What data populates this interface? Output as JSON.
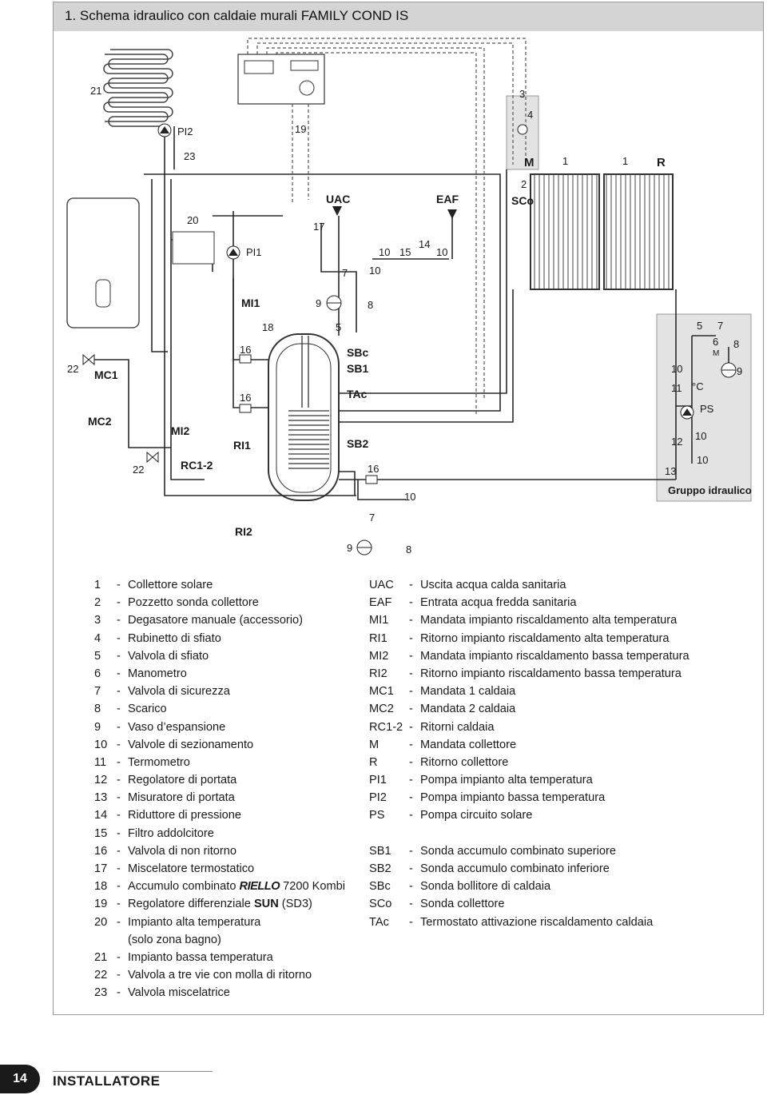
{
  "header": {
    "title": "1. Schema idraulico con caldaie murali FAMILY COND IS"
  },
  "diagram": {
    "labels": {
      "n21": "21",
      "pi2": "PI2",
      "n19": "19",
      "n3": "3",
      "n4": "4",
      "n23": "23",
      "m": "M",
      "n1a": "1",
      "n1b": "1",
      "r": "R",
      "n2": "2",
      "sco": "SCo",
      "uac": "UAC",
      "eaf": "EAF",
      "n20": "20",
      "n17": "17",
      "pi1": "PI1",
      "n10a": "10",
      "n15": "15",
      "n14": "14",
      "n10b": "10",
      "n7a": "7",
      "n10c": "10",
      "mi1": "MI1",
      "n9a": "9",
      "n8a": "8",
      "n18": "18",
      "n5a": "5",
      "n22a": "22",
      "mc1": "MC1",
      "n16a": "16",
      "sbc": "SBc",
      "sb1": "SB1",
      "n16b": "16",
      "tac": "TAc",
      "mc2": "MC2",
      "mi2": "MI2",
      "ri1": "RI1",
      "sb2": "SB2",
      "n22b": "22",
      "rc12": "RC1-2",
      "n16c": "16",
      "n10d": "10",
      "ri2": "RI2",
      "n7b": "7",
      "n9b": "9",
      "n8b": "8",
      "g5": "5",
      "g7": "7",
      "g6": "6",
      "gm": "M",
      "g8": "8",
      "g10a": "10",
      "g9": "9",
      "g11": "11",
      "gc": "°C",
      "gps": "PS",
      "g10b": "10",
      "g12": "12",
      "g10c": "10",
      "g13": "13",
      "gruppo": "Gruppo idraulico"
    }
  },
  "legend_left": [
    {
      "num": "1",
      "text": "Collettore solare"
    },
    {
      "num": "2",
      "text": "Pozzetto sonda collettore"
    },
    {
      "num": "3",
      "text": "Degasatore manuale (accessorio)"
    },
    {
      "num": "4",
      "text": "Rubinetto di sfiato"
    },
    {
      "num": "5",
      "text": "Valvola di sfiato"
    },
    {
      "num": "6",
      "text": "Manometro"
    },
    {
      "num": "7",
      "text": "Valvola di sicurezza"
    },
    {
      "num": "8",
      "text": "Scarico"
    },
    {
      "num": "9",
      "text": "Vaso d’espansione"
    },
    {
      "num": "10",
      "text": "Valvole di sezionamento"
    },
    {
      "num": "11",
      "text": "Termometro"
    },
    {
      "num": "12",
      "text": "Regolatore di portata"
    },
    {
      "num": "13",
      "text": "Misuratore di portata"
    },
    {
      "num": "14",
      "text": "Riduttore di pressione"
    },
    {
      "num": "15",
      "text": "Filtro addolcitore"
    },
    {
      "num": "16",
      "text": "Valvola di non ritorno"
    },
    {
      "num": "17",
      "text": "Miscelatore termostatico"
    }
  ],
  "legend_18": {
    "num": "18",
    "pre": "Accumulo combinato ",
    "brand": "RIELLO",
    "post": " 7200 Kombi"
  },
  "legend_19": {
    "num": "19",
    "pre": "Regolatore differenziale ",
    "brand": "SUN",
    "post": " (SD3)"
  },
  "legend_20": {
    "num": "20",
    "text": "Impianto alta temperatura",
    "text2": "(solo zona bagno)"
  },
  "legend_tail": [
    {
      "num": "21",
      "text": "Impianto bassa temperatura"
    },
    {
      "num": "22",
      "text": "Valvola a tre vie con molla di ritorno"
    },
    {
      "num": "23",
      "text": "Valvola miscelatrice"
    }
  ],
  "legend_right": [
    {
      "code": "UAC",
      "text": "Uscita acqua calda sanitaria"
    },
    {
      "code": "EAF",
      "text": "Entrata acqua fredda sanitaria"
    },
    {
      "code": "MI1",
      "text": "Mandata impianto riscaldamento alta temperatura"
    },
    {
      "code": "RI1",
      "text": "Ritorno impianto riscaldamento alta temperatura"
    },
    {
      "code": "MI2",
      "text": "Mandata impianto riscaldamento bassa temperatura"
    },
    {
      "code": "RI2",
      "text": "Ritorno impianto riscaldamento bassa temperatura"
    },
    {
      "code": "MC1",
      "text": "Mandata 1 caldaia"
    },
    {
      "code": "MC2",
      "text": "Mandata 2 caldaia"
    },
    {
      "code": "RC1-2",
      "text": "Ritorni caldaia"
    },
    {
      "code": "M",
      "text": "Mandata collettore"
    },
    {
      "code": "R",
      "text": "Ritorno collettore"
    },
    {
      "code": "PI1",
      "text": "Pompa impianto alta temperatura"
    },
    {
      "code": "PI2",
      "text": "Pompa impianto bassa temperatura"
    },
    {
      "code": "PS",
      "text": "Pompa circuito solare"
    }
  ],
  "legend_right2": [
    {
      "code": "SB1",
      "text": "Sonda accumulo combinato superiore"
    },
    {
      "code": "SB2",
      "text": "Sonda accumulo combinato inferiore"
    },
    {
      "code": "SBc",
      "text": "Sonda bollitore di caldaia"
    },
    {
      "code": "SCo",
      "text": "Sonda collettore"
    },
    {
      "code": "TAc",
      "text": "Termostato attivazione riscaldamento caldaia"
    }
  ],
  "footer": {
    "page": "14",
    "section": "INSTALLATORE"
  }
}
